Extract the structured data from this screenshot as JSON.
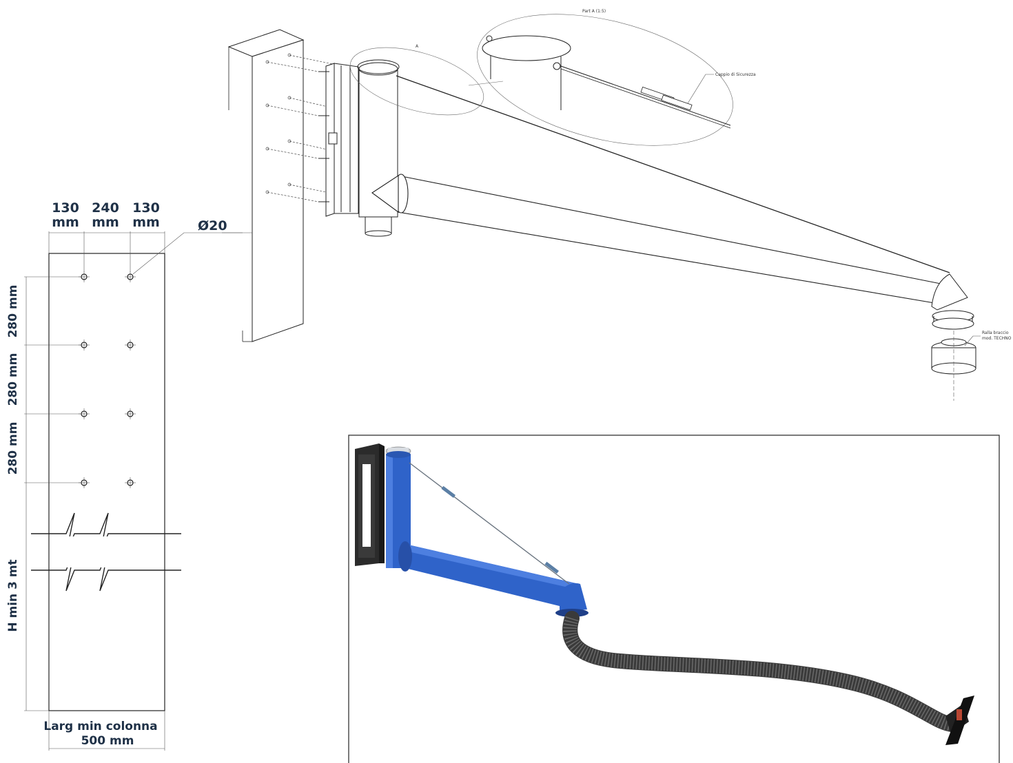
{
  "plan": {
    "widths": [
      "130",
      "240",
      "130"
    ],
    "width_unit": "mm",
    "hole_label": "Ø20",
    "spacings": [
      "280 mm",
      "280 mm",
      "280 mm"
    ],
    "height_label": "H min 3 mt",
    "bottom_label_1": "Larg min colonna",
    "bottom_label_2": "500 mm"
  },
  "drawing": {
    "detail_title": "Part A (1:5)",
    "detail_letter": "A",
    "detail_callout": "Cappio di Sicurezza",
    "base_callout_1": "Ralla braccio",
    "base_callout_2": "mod. TECHNO"
  },
  "colors": {
    "label_text": "#1f3147",
    "arm_blue": "#2f63c9",
    "hose": "#3a3a3a",
    "bracket": "#2b2b2b"
  }
}
